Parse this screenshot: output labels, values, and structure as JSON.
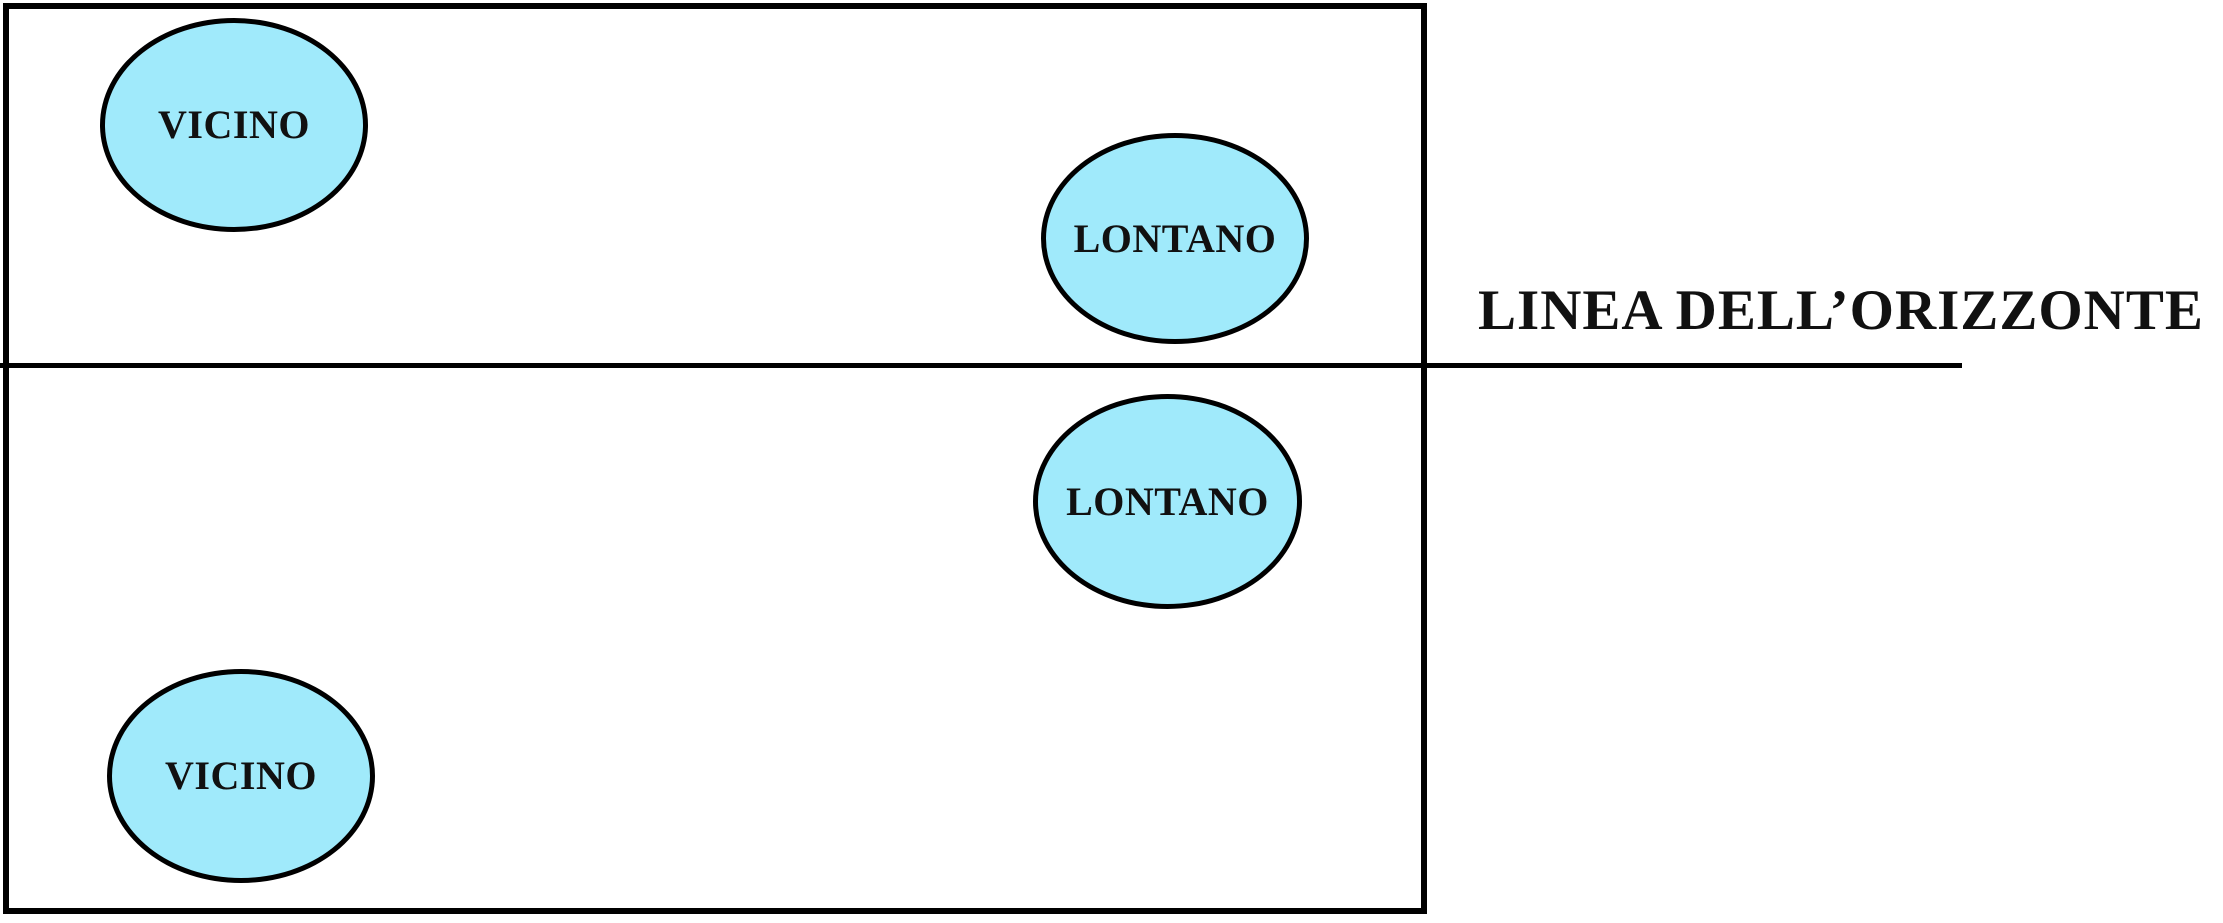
{
  "diagram": {
    "horizon_label": "LINEA DELL’ORIZZONTE",
    "colors": {
      "bubble_fill": "#a0eafb",
      "stroke": "#000000"
    },
    "bubbles": {
      "top_near": "VICINO",
      "top_far": "LONTANO",
      "bottom_far": "LONTANO",
      "bottom_near": "VICINO"
    }
  }
}
